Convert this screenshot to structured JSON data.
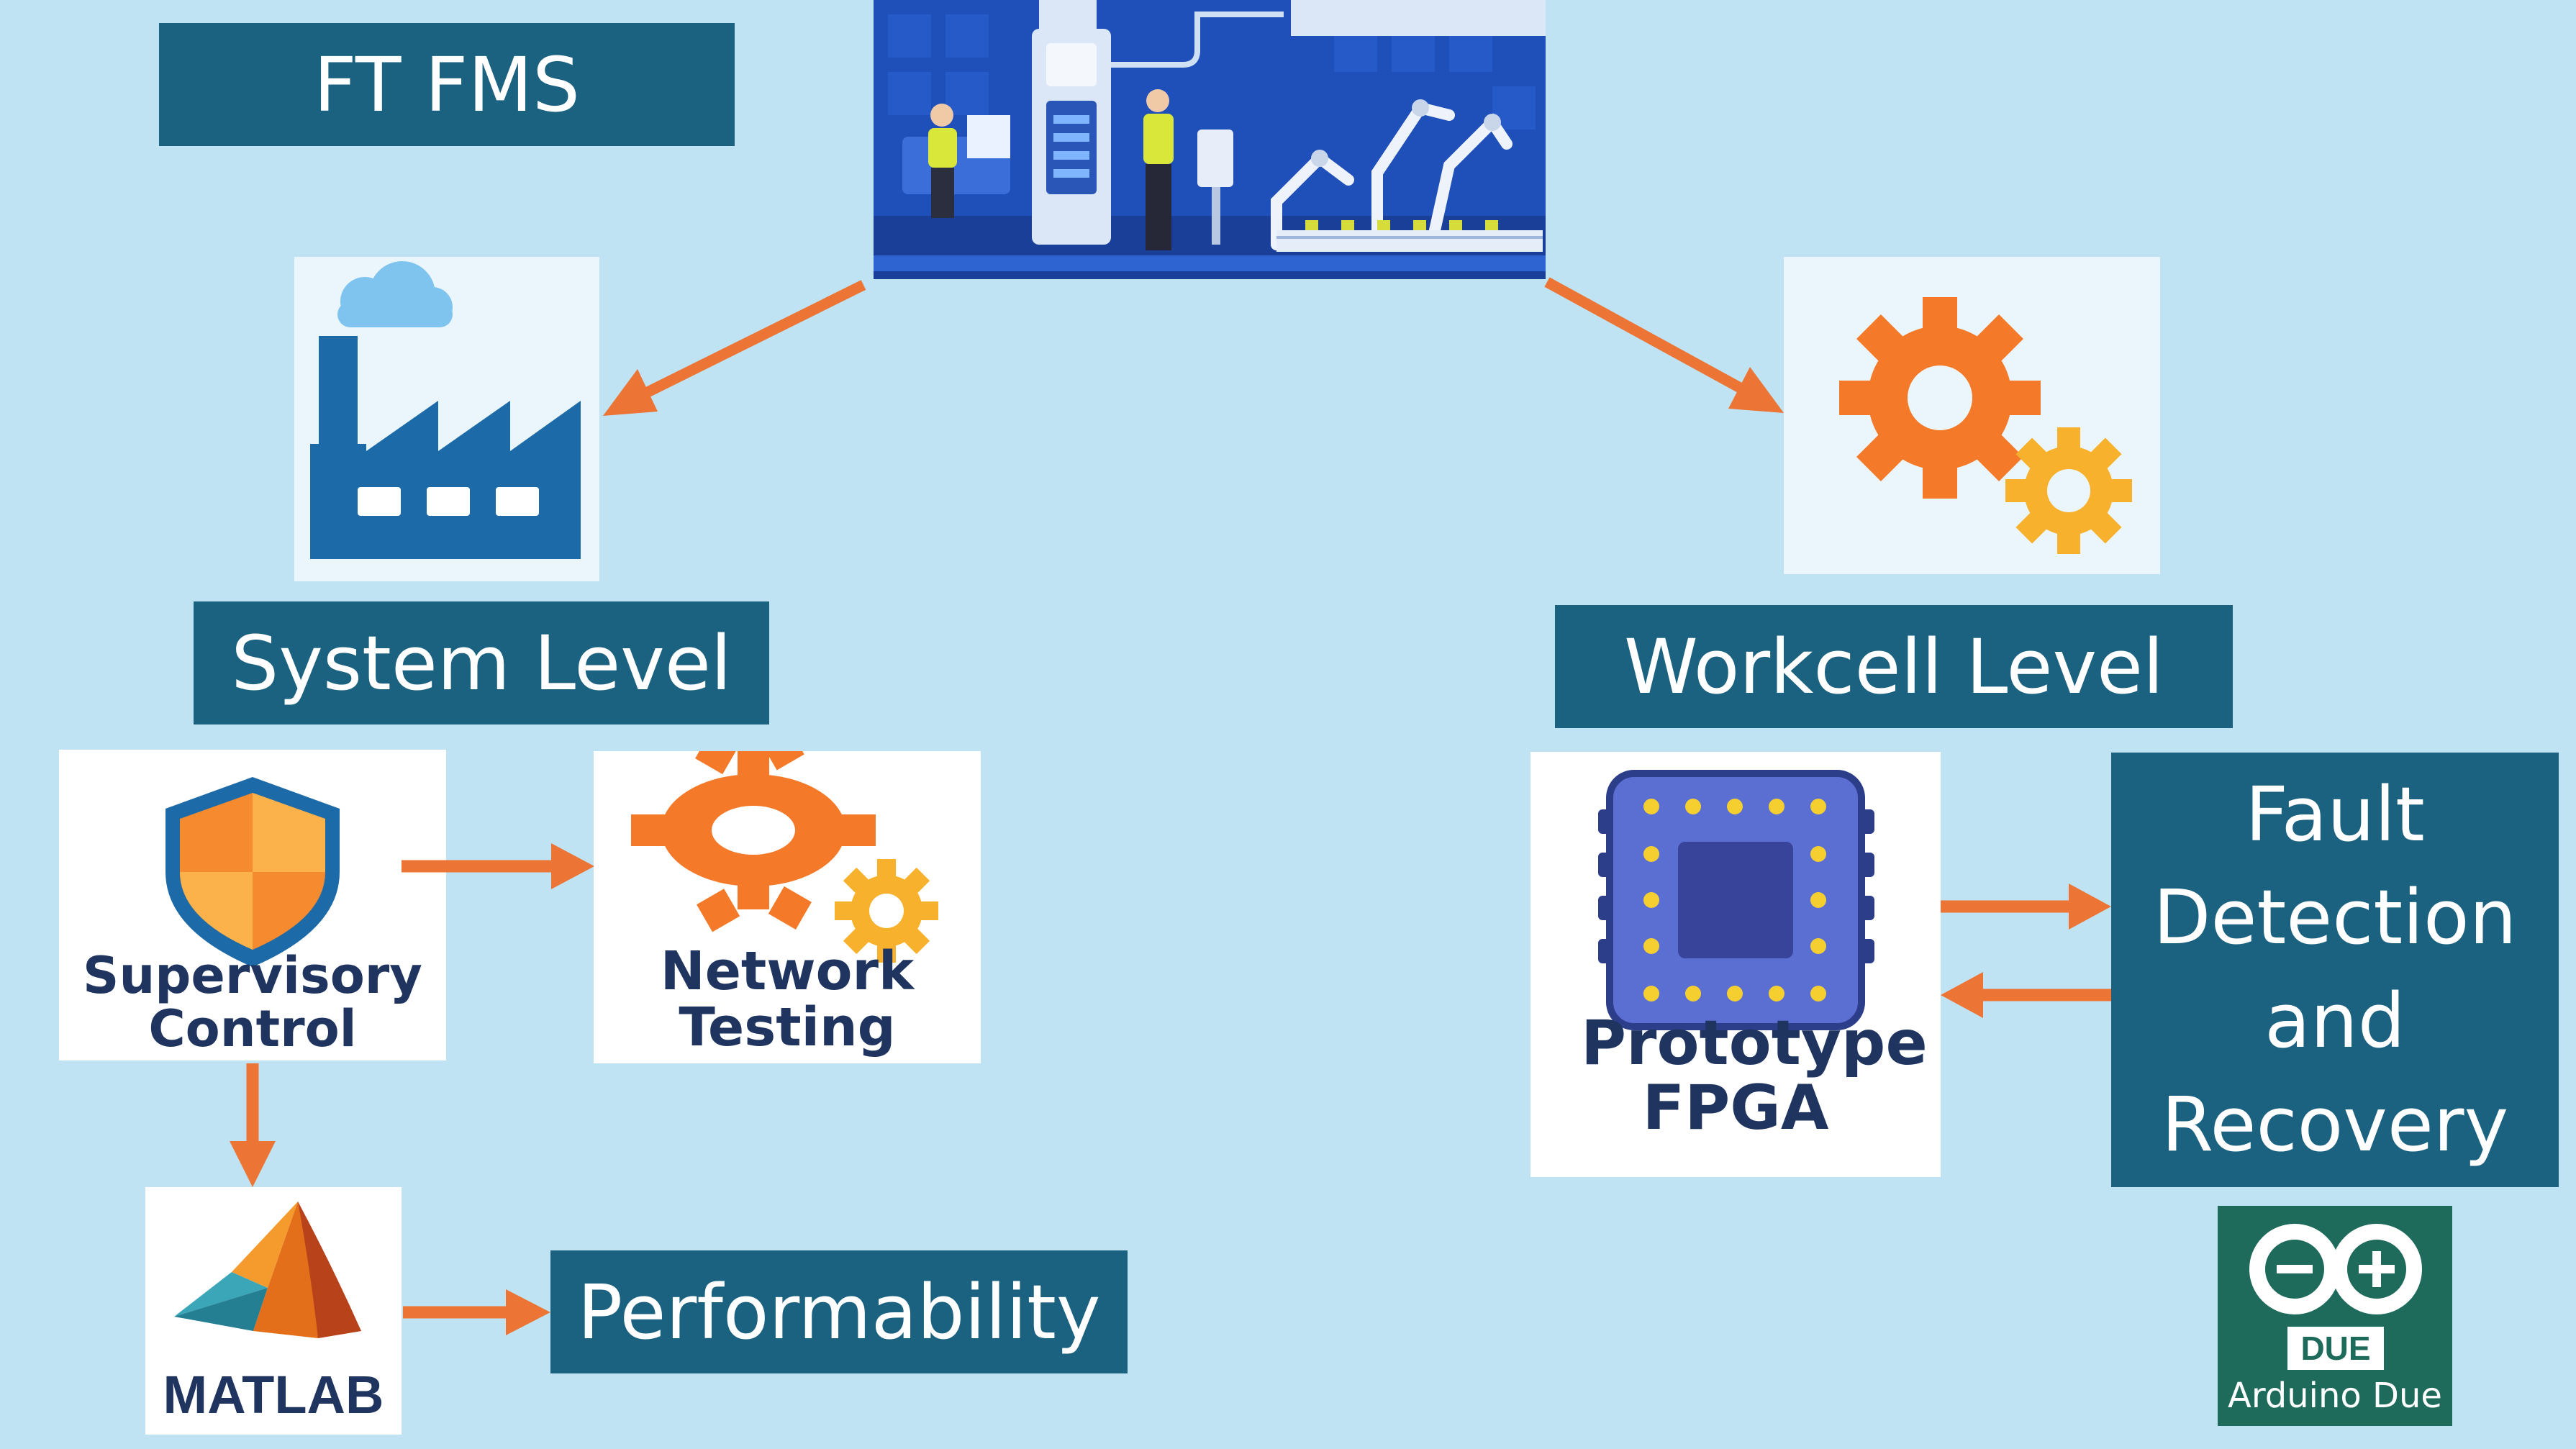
{
  "title": "FT FMS",
  "levels": {
    "system": "System Level",
    "workcell": "Workcell Level"
  },
  "nodes": {
    "supervisory_control": "Supervisory Control",
    "network_testing": "Network Testing",
    "matlab": "MATLAB",
    "performability": "Performability",
    "prototype_fpga": "Prototype FPGA",
    "fault_detection": "Fault Detection and Recovery",
    "arduino_badge": "DUE",
    "arduino_caption": "Arduino Due"
  },
  "colors": {
    "background": "#c0e3f3",
    "label_box": "#1b6280",
    "arrow": "#ec7434",
    "gear_orange": "#f47a2a",
    "gear_yellow": "#f8b12c",
    "factory_blue": "#1d6aa8",
    "arduino_green": "#1e6b5b"
  },
  "icons": [
    "factory-icon",
    "gears-icon",
    "shield-icon",
    "matlab-logo-icon",
    "fpga-chip-icon",
    "arduino-logo-icon",
    "smart-factory-illustration"
  ]
}
